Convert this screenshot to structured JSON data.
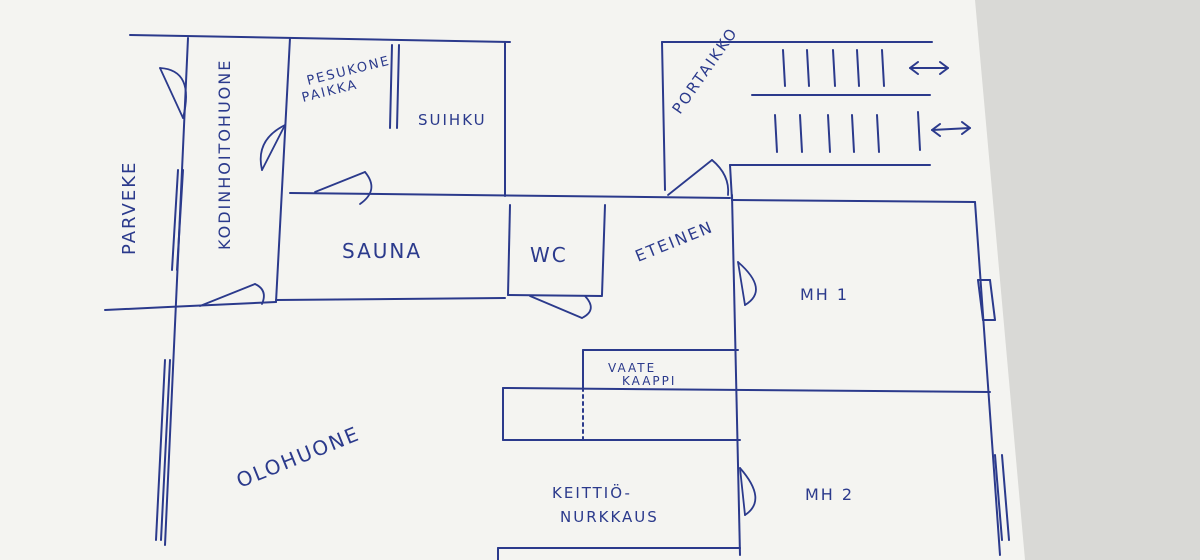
{
  "colors": {
    "ink": "#2b3a8c",
    "paper": "#f4f4f1",
    "background": "#d9d9d6"
  },
  "labels": {
    "parveke": "PARVEKE",
    "kodinhoitohuone": "KODINHOITOHUONE",
    "pesukone_line1": "PESUKONE",
    "pesukone_line2": "PAIKKA",
    "suihku": "SUIHKU",
    "sauna": "SAUNA",
    "wc": "WC",
    "eteinen": "ETEINEN",
    "portaikko": "PORTAIKKO",
    "mh1": "MH 1",
    "mh2": "MH 2",
    "vaatekaappi_line1": "VAATE",
    "vaatekaappi_line2": "KAAPPI",
    "olohuone": "OLOHUONE",
    "keittio_line1": "KEITTIÖ-",
    "keittio_line2": "NURKKAUS"
  }
}
